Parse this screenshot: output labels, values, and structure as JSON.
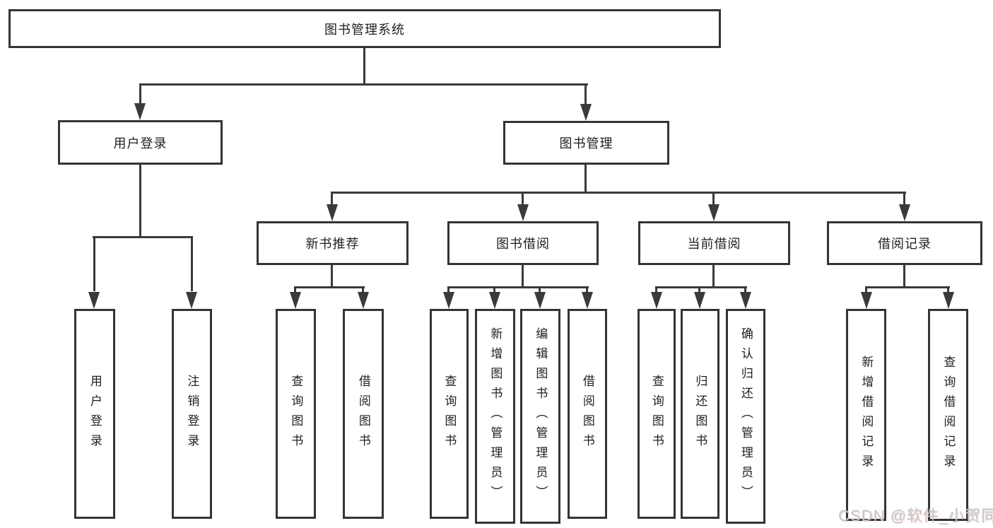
{
  "diagram": {
    "root": {
      "label": "图书管理系统"
    },
    "branches": [
      {
        "label": "用户登录",
        "children": [
          {
            "label": "用户登录"
          },
          {
            "label": "注销登录"
          }
        ]
      },
      {
        "label": "图书管理",
        "children": [
          {
            "label": "新书推荐",
            "children": [
              {
                "label": "查询图书"
              },
              {
                "label": "借阅图书"
              }
            ]
          },
          {
            "label": "图书借阅",
            "children": [
              {
                "label": "查询图书"
              },
              {
                "label": "新增图书（管理员）"
              },
              {
                "label": "编辑图书（管理员）"
              },
              {
                "label": "借阅图书"
              }
            ]
          },
          {
            "label": "当前借阅",
            "children": [
              {
                "label": "查询图书"
              },
              {
                "label": "归还图书"
              },
              {
                "label": "确认归还（管理员）"
              }
            ]
          },
          {
            "label": "借阅记录",
            "children": [
              {
                "label": "新增借阅记录"
              },
              {
                "label": "查询借阅记录"
              }
            ]
          }
        ]
      }
    ],
    "watermark": "CSDN @软件_小贺同学",
    "colors": {
      "line": "#3a3a3a",
      "border": "#343434",
      "text": "#1f1f1f",
      "box_fill": "#ffffff",
      "watermark": "#c6c9ce"
    }
  }
}
